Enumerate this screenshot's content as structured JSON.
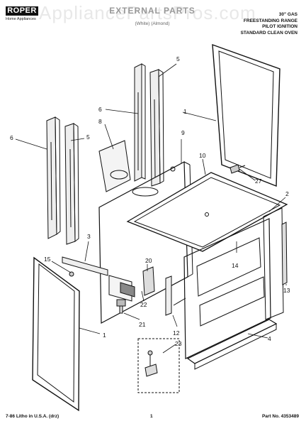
{
  "brand": {
    "name": "ROPER",
    "tagline": "Home Appliances"
  },
  "header": {
    "title": "EXTERNAL PARTS",
    "model_line": "",
    "colors_line": "(White)   (Almond)",
    "description": [
      "30\" GAS",
      "FREESTANDING RANGE",
      "PILOT IGNITION",
      "STANDARD CLEAN OVEN"
    ]
  },
  "watermark": "AppliancePartsPros.com",
  "callouts": [
    "1",
    "5",
    "6",
    "8",
    "5",
    "9",
    "1",
    "10",
    "27",
    "6",
    "2",
    "3",
    "14",
    "15",
    "20",
    "13",
    "22",
    "21",
    "12",
    "1",
    "4",
    "23"
  ],
  "footer": {
    "left": "7-86 Litho in U.S.A. (drz)",
    "page": "1",
    "part_no": "Part No. 4353489"
  }
}
